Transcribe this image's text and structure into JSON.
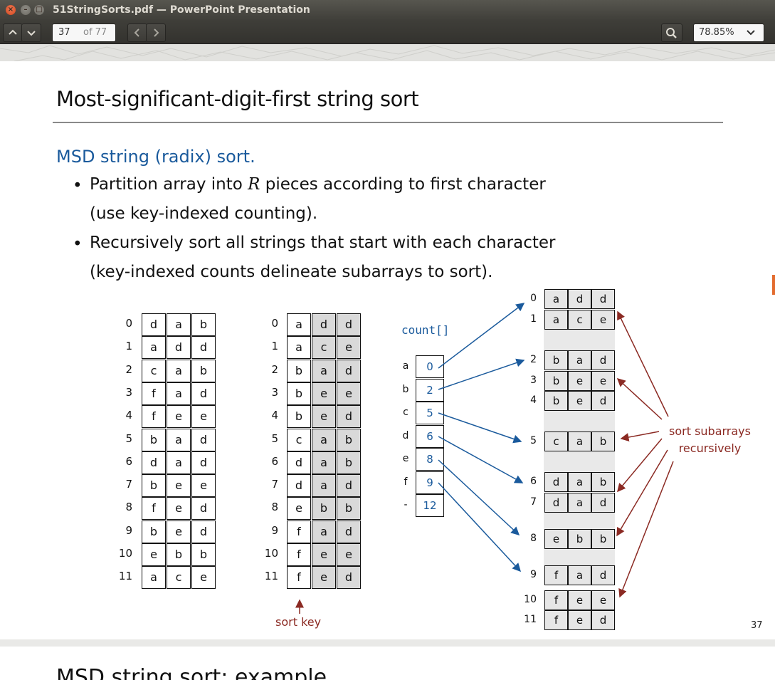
{
  "window": {
    "title": "51StringSorts.pdf — PowerPoint Presentation"
  },
  "toolbar": {
    "current_page": "37",
    "page_total": "of 77",
    "zoom": "78.85%"
  },
  "slide": {
    "title": "Most-significant-digit-first string sort",
    "subtitle": "MSD string (radix) sort.",
    "bullet1_a1": "Partition array into ",
    "bullet1_r": "R",
    "bullet1_a2": " pieces according to first character",
    "bullet1_b": "(use key-indexed counting).",
    "bullet2_a": "Recursively sort all strings that start with each character",
    "bullet2_b": "(key-indexed counts delineate subarrays to sort).",
    "page_number": "37",
    "input_rows": [
      [
        "0",
        "d",
        "a",
        "b"
      ],
      [
        "1",
        "a",
        "d",
        "d"
      ],
      [
        "2",
        "c",
        "a",
        "b"
      ],
      [
        "3",
        "f",
        "a",
        "d"
      ],
      [
        "4",
        "f",
        "e",
        "e"
      ],
      [
        "5",
        "b",
        "a",
        "d"
      ],
      [
        "6",
        "d",
        "a",
        "d"
      ],
      [
        "7",
        "b",
        "e",
        "e"
      ],
      [
        "8",
        "f",
        "e",
        "d"
      ],
      [
        "9",
        "b",
        "e",
        "d"
      ],
      [
        "10",
        "e",
        "b",
        "b"
      ],
      [
        "11",
        "a",
        "c",
        "e"
      ]
    ],
    "sorted_rows": [
      [
        "0",
        "a",
        "d",
        "d"
      ],
      [
        "1",
        "a",
        "c",
        "e"
      ],
      [
        "2",
        "b",
        "a",
        "d"
      ],
      [
        "3",
        "b",
        "e",
        "e"
      ],
      [
        "4",
        "b",
        "e",
        "d"
      ],
      [
        "5",
        "c",
        "a",
        "b"
      ],
      [
        "6",
        "d",
        "a",
        "b"
      ],
      [
        "7",
        "d",
        "a",
        "d"
      ],
      [
        "8",
        "e",
        "b",
        "b"
      ],
      [
        "9",
        "f",
        "a",
        "d"
      ],
      [
        "10",
        "f",
        "e",
        "e"
      ],
      [
        "11",
        "f",
        "e",
        "d"
      ]
    ],
    "sort_key_label": "sort key",
    "count_label": "count[]",
    "count_rows": [
      [
        "a",
        "0"
      ],
      [
        "b",
        "2"
      ],
      [
        "c",
        "5"
      ],
      [
        "d",
        "6"
      ],
      [
        "e",
        "8"
      ],
      [
        "f",
        "9"
      ],
      [
        "-",
        "12"
      ]
    ],
    "subarray_rows": [
      [
        "0",
        "a",
        "d",
        "d"
      ],
      [
        "1",
        "a",
        "c",
        "e"
      ],
      [
        "2",
        "b",
        "a",
        "d"
      ],
      [
        "3",
        "b",
        "e",
        "e"
      ],
      [
        "4",
        "b",
        "e",
        "d"
      ],
      [
        "5",
        "c",
        "a",
        "b"
      ],
      [
        "6",
        "d",
        "a",
        "b"
      ],
      [
        "7",
        "d",
        "a",
        "d"
      ],
      [
        "8",
        "e",
        "b",
        "b"
      ],
      [
        "9",
        "f",
        "a",
        "d"
      ],
      [
        "10",
        "f",
        "e",
        "e"
      ],
      [
        "11",
        "f",
        "e",
        "d"
      ]
    ],
    "annotation_line1": "sort subarrays",
    "annotation_line2": "recursively",
    "next_slide_title": "MSD string sort: example"
  },
  "colors": {
    "accent_blue": "#1a5a9c",
    "annotation_red": "#8b2a23",
    "shade": "#d9d9d9"
  }
}
